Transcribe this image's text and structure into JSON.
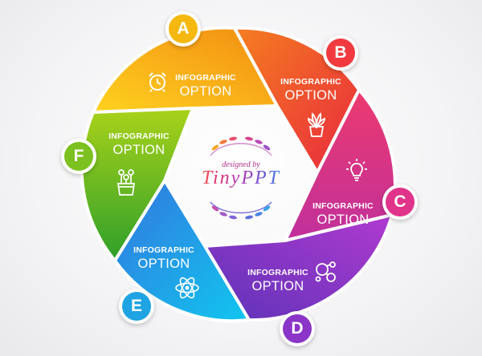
{
  "segments": [
    {
      "letter": "A",
      "label_small": "INFOGRAPHIC",
      "label_big": "OPTION",
      "icon": "alarm-clock-icon",
      "color": "#f5b80f"
    },
    {
      "letter": "B",
      "label_small": "INFOGRAPHIC",
      "label_big": "OPTION",
      "icon": "potted-plant-icon",
      "color": "#f24a3d"
    },
    {
      "letter": "C",
      "label_small": "INFOGRAPHIC",
      "label_big": "OPTION",
      "icon": "lightbulb-icon",
      "color": "#e0338a"
    },
    {
      "letter": "D",
      "label_small": "INFOGRAPHIC",
      "label_big": "OPTION",
      "icon": "molecule-icon",
      "color": "#8a35c8"
    },
    {
      "letter": "E",
      "label_small": "INFOGRAPHIC",
      "label_big": "OPTION",
      "icon": "atom-icon",
      "color": "#1fa3e2"
    },
    {
      "letter": "F",
      "label_small": "INFOGRAPHIC",
      "label_big": "OPTION",
      "icon": "flower-pot-icon",
      "color": "#7cc11f"
    }
  ],
  "logo": {
    "byline": "designed by",
    "brand": "TinyPPT"
  }
}
